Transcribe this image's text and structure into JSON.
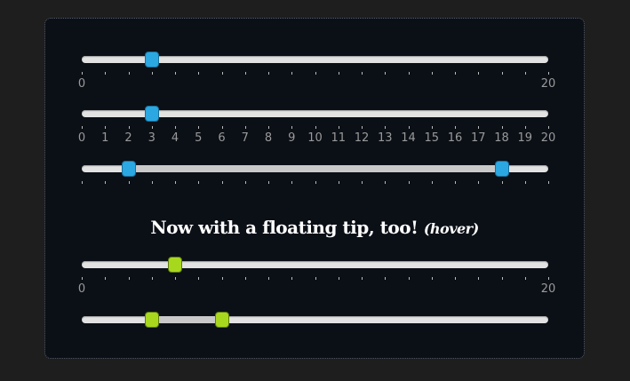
{
  "min": 0,
  "max": 20,
  "sliders": [
    {
      "name": "slider-single-pips-ends",
      "values": [
        3
      ],
      "ticks": true,
      "labels": "ends",
      "color": "#2ba8e2"
    },
    {
      "name": "slider-single-pips-all",
      "values": [
        3
      ],
      "ticks": true,
      "labels": "all",
      "color": "#2ba8e2"
    },
    {
      "name": "slider-range-pips",
      "values": [
        2,
        18
      ],
      "ticks": true,
      "labels": "none",
      "color": "#2ba8e2"
    },
    {
      "name": "slider-float-single",
      "values": [
        4
      ],
      "ticks": true,
      "labels": "ends",
      "color": "#a8d81e"
    },
    {
      "name": "slider-float-range",
      "values": [
        3,
        6
      ],
      "ticks": false,
      "labels": "none",
      "color": "#a8d81e"
    }
  ],
  "heading": {
    "text": "Now with a floating tip, too!",
    "hint": "(hover)"
  }
}
